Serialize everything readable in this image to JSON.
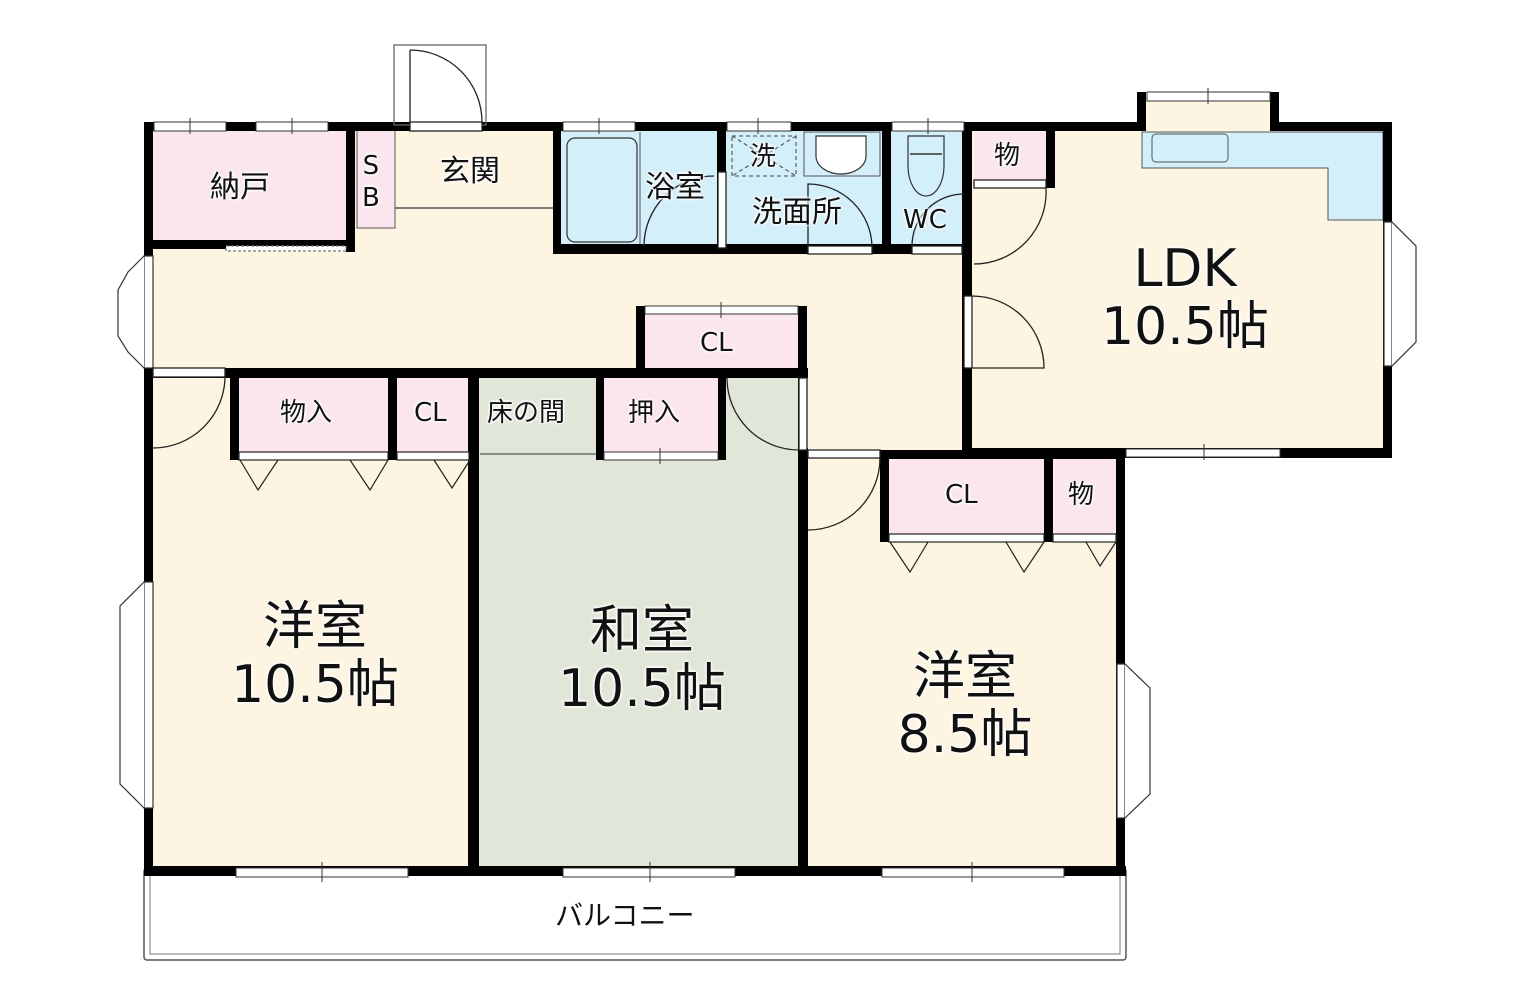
{
  "colors": {
    "wall": "#000000",
    "living_floor": "#fdf5e2",
    "storage": "#fbe6ef",
    "wet_area": "#d3effa",
    "tatami": "#e1e7d8",
    "balcony": "#ffffff"
  },
  "rooms": {
    "nando": {
      "label": "納戸"
    },
    "shoe_box": {
      "line1": "S",
      "line2": "B"
    },
    "genkan": {
      "label": "玄関"
    },
    "bathroom": {
      "label": "浴室"
    },
    "washer": {
      "label": "洗"
    },
    "washroom": {
      "label": "洗面所"
    },
    "wc": {
      "label": "WC"
    },
    "ldk_storage": {
      "label": "物"
    },
    "ldk": {
      "name": "LDK",
      "size": "10.5帖"
    },
    "hall_closet": {
      "label": "CL"
    },
    "west_storage": {
      "label": "物入"
    },
    "west_closet": {
      "label": "CL"
    },
    "tokonoma": {
      "label": "床の間"
    },
    "oshiire": {
      "label": "押入"
    },
    "east_closet": {
      "label": "CL"
    },
    "east_storage": {
      "label": "物"
    },
    "western_room_1": {
      "name": "洋室",
      "size": "10.5帖"
    },
    "japanese_room": {
      "name": "和室",
      "size": "10.5帖"
    },
    "western_room_2": {
      "name": "洋室",
      "size": "8.5帖"
    },
    "balcony": {
      "label": "バルコニー"
    }
  }
}
